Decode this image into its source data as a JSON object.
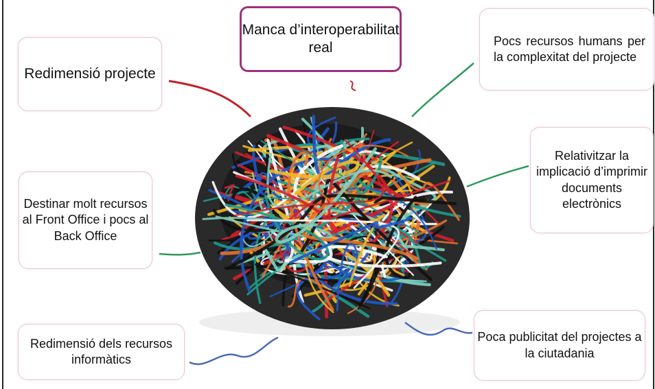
{
  "central_box": {
    "label": "Manca d’interoperabilitat real",
    "border_color": "#a0307d"
  },
  "problems": [
    {
      "id": "redimensio-projecte",
      "label": "Redimensió projecte"
    },
    {
      "id": "pocs-recursos-humans",
      "label": "Pocs recursos humans per la complexitat del projecte"
    },
    {
      "id": "relativitzar",
      "label": "Relativitzar la implicació d’imprimir documents electrònics"
    },
    {
      "id": "destinar-recursos",
      "label": "Destinar molt recursos al Front Office i pocs al Back Office"
    },
    {
      "id": "redimensio-recursos",
      "label": "Redimensió dels recursos informàtics"
    },
    {
      "id": "poca-publicitat",
      "label": "Poca publicitat del projectes a la ciutadania"
    }
  ],
  "image": {
    "subject": "tangled ball of colored yarn",
    "yarn_colors": [
      "#d2202c",
      "#1f56c8",
      "#f0b82a",
      "#1f9a8c",
      "#111111",
      "#ffffff",
      "#7fd0c0",
      "#e6712f"
    ]
  }
}
